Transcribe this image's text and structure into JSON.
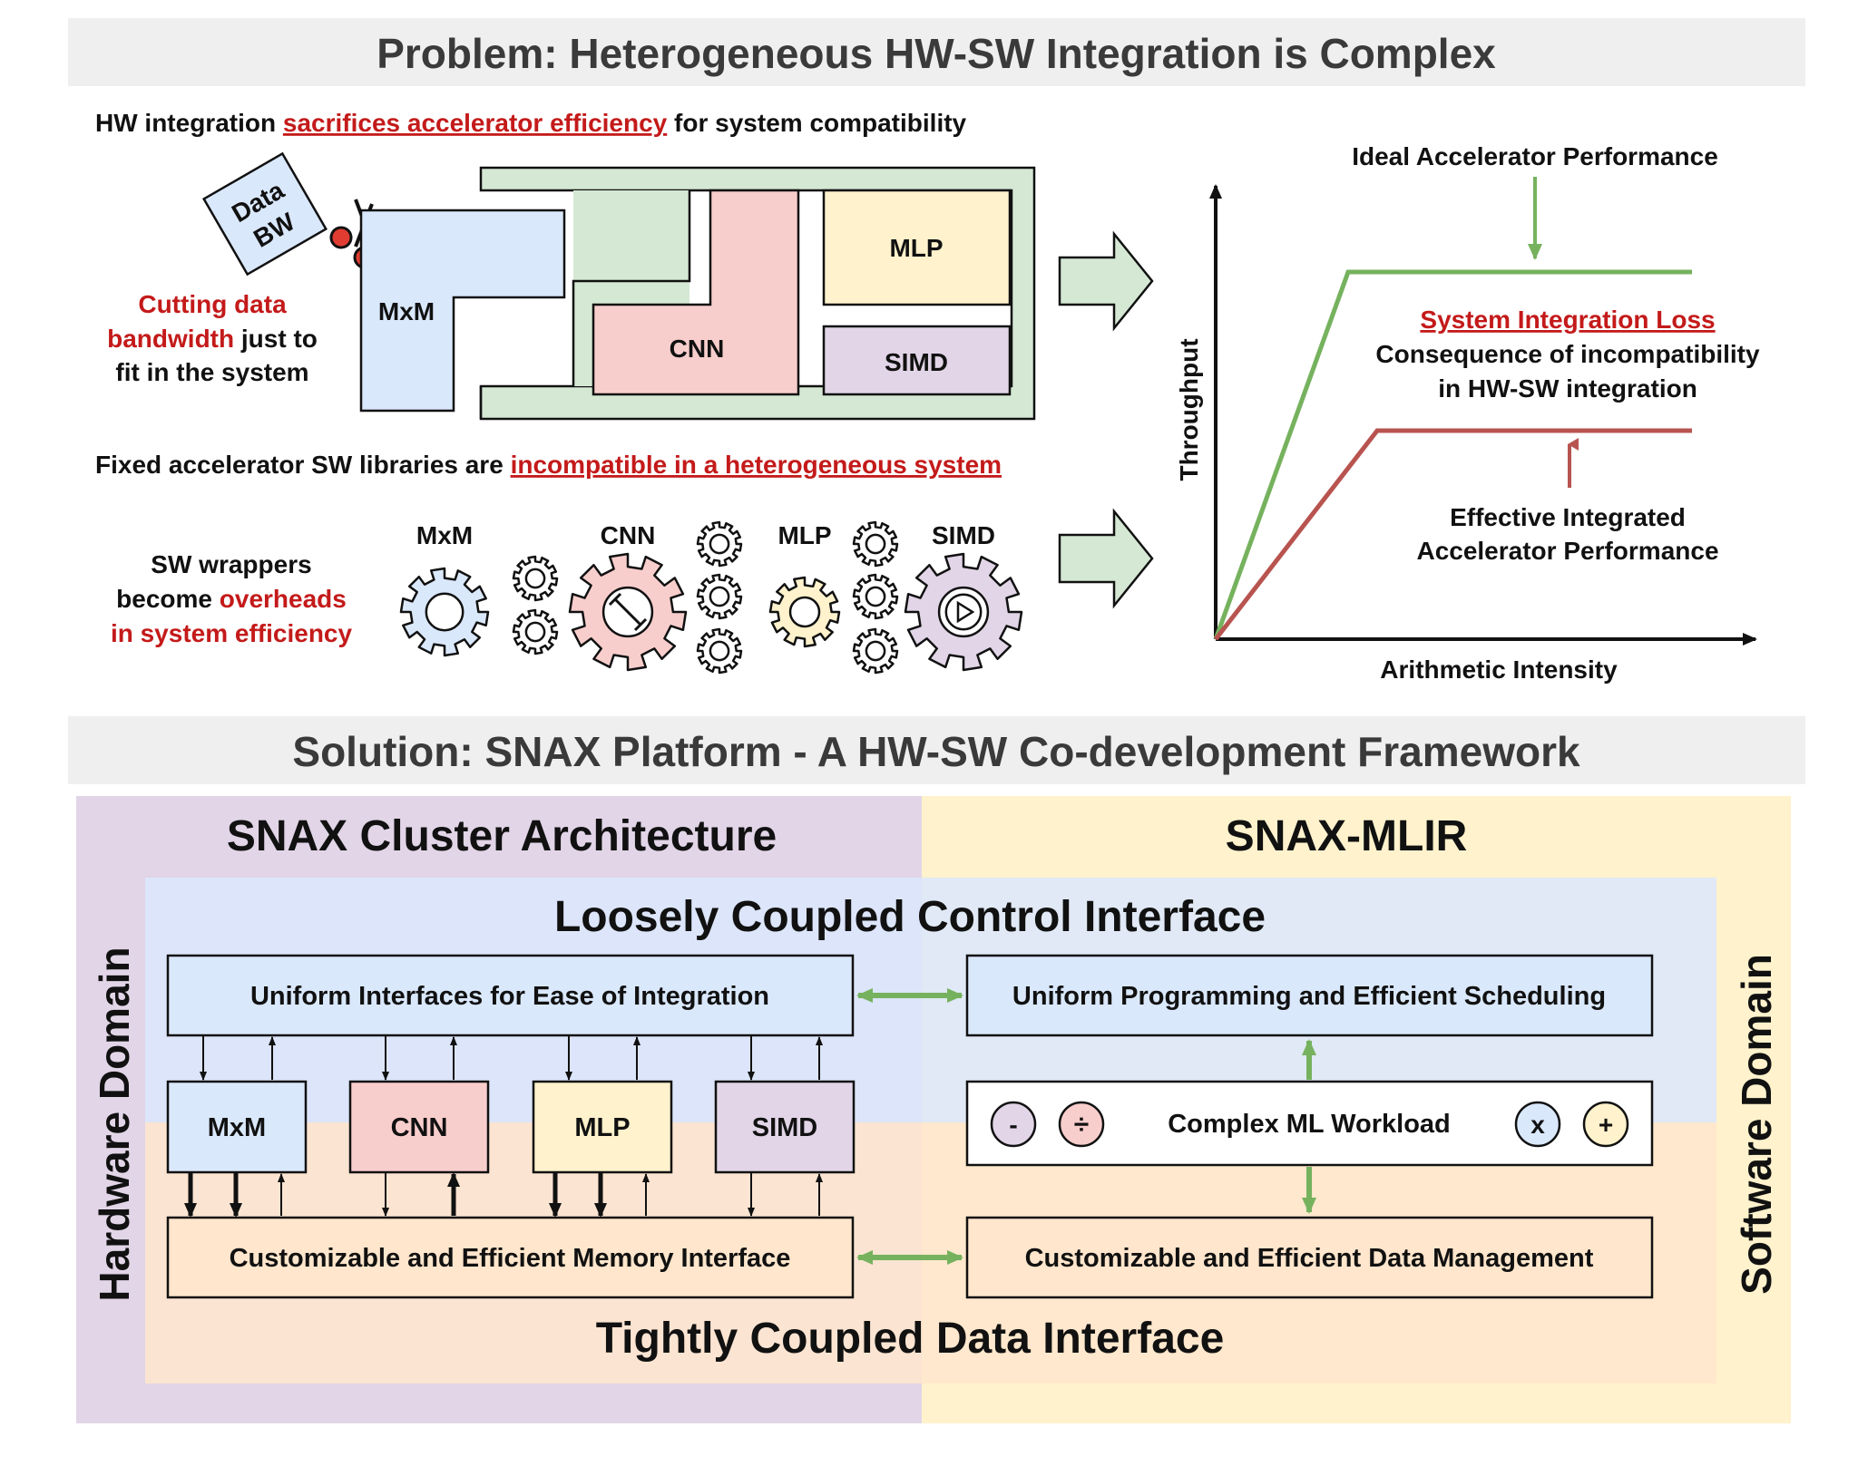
{
  "problem": {
    "title": "Problem: Heterogeneous HW-SW Integration is Complex",
    "hw_line": {
      "pre": "HW integration ",
      "highlight": "sacrifices accelerator efficiency",
      "post": " for system compatibility"
    },
    "data_bw": [
      "Data",
      "BW"
    ],
    "cutting": {
      "line1": "Cutting data",
      "line2_red": "bandwidth",
      "line2_rest": " just to",
      "line3": "fit in the system"
    },
    "blocks": {
      "mxm": "MxM",
      "cnn": "CNN",
      "mlp": "MLP",
      "simd": "SIMD"
    },
    "sw_line": {
      "pre": "Fixed accelerator SW libraries are ",
      "highlight": "incompatible in a heterogeneous system"
    },
    "wrappers": {
      "line1": "SW wrappers",
      "line2_pre": "become ",
      "line2_red": "overheads",
      "line3_red": "in system efficiency"
    },
    "gear_labels": {
      "mxm": "MxM",
      "cnn": "CNN",
      "mlp": "MLP",
      "simd": "SIMD"
    }
  },
  "roofline": {
    "ideal_label": "Ideal Accelerator Performance",
    "loss_title": "System Integration Loss",
    "loss_line1": "Consequence of incompatibility",
    "loss_line2": "in HW-SW integration",
    "effective_line1": "Effective Integrated",
    "effective_line2": "Accelerator Performance",
    "y_label": "Throughput",
    "x_label": "Arithmetic Intensity"
  },
  "solution": {
    "title": "Solution: SNAX Platform - A HW-SW Co-development Framework",
    "hw_header": "SNAX Cluster Architecture",
    "sw_header": "SNAX-MLIR",
    "hw_domain": "Hardware Domain",
    "sw_domain": "Software Domain",
    "loose": "Loosely Coupled Control Interface",
    "tight": "Tightly Coupled Data Interface",
    "uniform_if": "Uniform Interfaces for Ease of Integration",
    "uniform_prog": "Uniform Programming and Efficient Scheduling",
    "mem_if": "Customizable and Efficient Memory Interface",
    "data_mgmt": "Customizable and Efficient Data Management",
    "workload": "Complex ML Workload",
    "accels": {
      "mxm": "MxM",
      "cnn": "CNN",
      "mlp": "MLP",
      "simd": "SIMD"
    },
    "ops": {
      "minus": "-",
      "divide": "÷",
      "times": "x",
      "plus": "+"
    }
  },
  "colors": {
    "green": "#76b25e",
    "red_line": "#b85450",
    "accent_red": "#c41a1a",
    "blue_box": "#dae8fc",
    "pink_box": "#f8cecc",
    "yellow_box": "#fff2cc",
    "purple_box": "#e1d5e7",
    "green_box": "#d5e8d4",
    "orange_box": "#ffe6cc"
  }
}
